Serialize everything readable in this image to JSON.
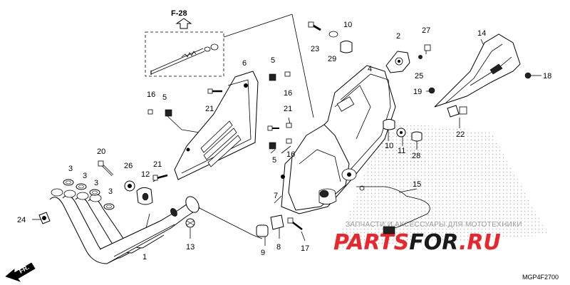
{
  "reference": {
    "section_code": "F-28"
  },
  "diagram_code": "MGP4F2700",
  "direction_marker": {
    "label": "FR."
  },
  "watermark": {
    "caption": "ЗАПЧАСТИ И АКСЕССУАРЫ ДЛЯ МОТОТЕХНИКИ",
    "brand_prefix": "PARTS",
    "brand_middle": "FOR",
    "brand_suffix": ".RU",
    "colors": {
      "red": "#e8262c",
      "black": "#1a1a1a",
      "grey": "#9a9a9a"
    }
  },
  "parts": {
    "p1": "1",
    "p2": "2",
    "p3a": "3",
    "p3b": "3",
    "p3c": "3",
    "p3d": "3",
    "p4": "4",
    "p5a": "5",
    "p5b": "5",
    "p5c": "5",
    "p6": "6",
    "p7": "7",
    "p8": "8",
    "p9": "9",
    "p10a": "10",
    "p10b": "10",
    "p11": "11",
    "p12": "12",
    "p13": "13",
    "p14": "14",
    "p15": "15",
    "p16a": "16",
    "p16b": "16",
    "p16c": "16",
    "p17": "17",
    "p18": "18",
    "p19": "19",
    "p20": "20",
    "p21a": "21",
    "p21b": "21",
    "p21c": "21",
    "p22": "22",
    "p23": "23",
    "p24": "24",
    "p25": "25",
    "p26": "26",
    "p27": "27",
    "p28": "28",
    "p29": "29"
  }
}
